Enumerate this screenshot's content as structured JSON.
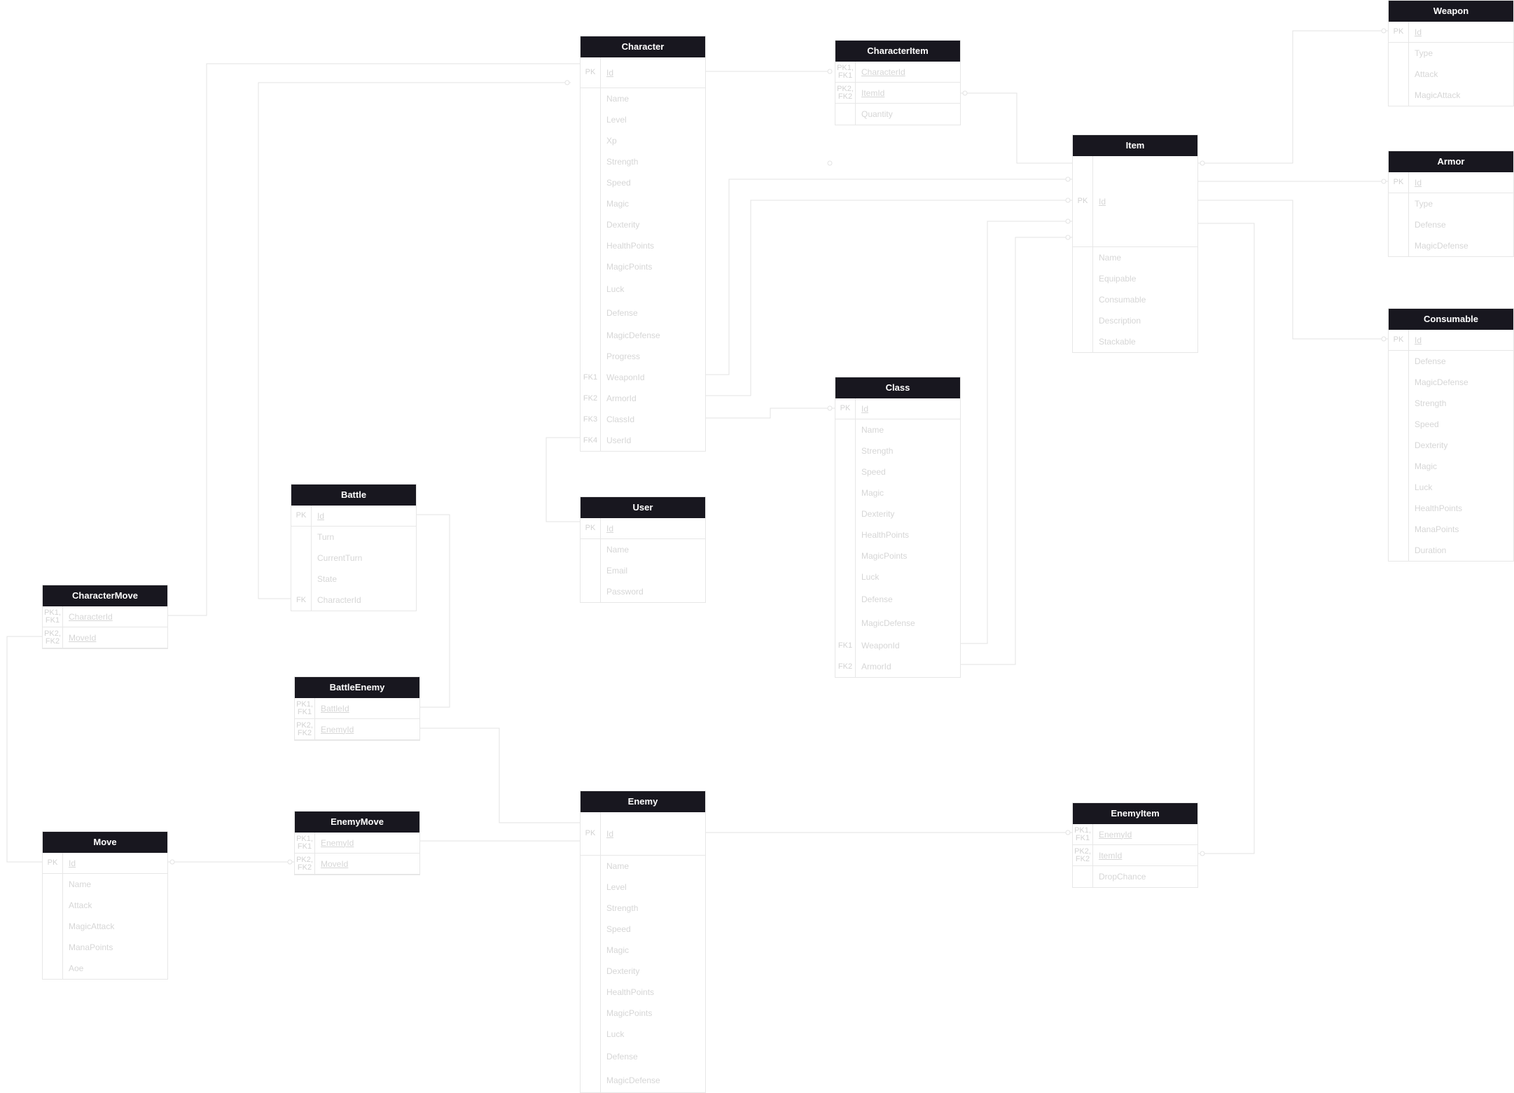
{
  "colors": {
    "header_bg": "#18171f",
    "header_text": "#ffffff",
    "border": "#e7e7e7",
    "faint_text": "#d6d6d6",
    "connector": "#e3e3e3"
  },
  "entities": {
    "character": {
      "title": "Character",
      "rows": [
        {
          "key": "PK",
          "name": "Id"
        },
        {
          "key": "",
          "name": "Name"
        },
        {
          "key": "",
          "name": "Level"
        },
        {
          "key": "",
          "name": "Xp"
        },
        {
          "key": "",
          "name": "Strength"
        },
        {
          "key": "",
          "name": "Speed"
        },
        {
          "key": "",
          "name": "Magic"
        },
        {
          "key": "",
          "name": "Dexterity"
        },
        {
          "key": "",
          "name": "HealthPoints"
        },
        {
          "key": "",
          "name": "MagicPoints"
        },
        {
          "key": "",
          "name": "Luck"
        },
        {
          "key": "",
          "name": "Defense"
        },
        {
          "key": "",
          "name": "MagicDefense"
        },
        {
          "key": "",
          "name": "Progress"
        },
        {
          "key": "FK1",
          "name": "WeaponId"
        },
        {
          "key": "FK2",
          "name": "ArmorId"
        },
        {
          "key": "FK3",
          "name": "ClassId"
        },
        {
          "key": "FK4",
          "name": "UserId"
        }
      ]
    },
    "character_item": {
      "title": "CharacterItem",
      "rows": [
        {
          "key": "PK1,\nFK1",
          "name": "CharacterId"
        },
        {
          "key": "PK2,\nFK2",
          "name": "ItemId"
        },
        {
          "key": "",
          "name": "Quantity"
        }
      ]
    },
    "item": {
      "title": "Item",
      "rows": [
        {
          "key": "PK",
          "name": "Id"
        },
        {
          "key": "",
          "name": "Name"
        },
        {
          "key": "",
          "name": "Equipable"
        },
        {
          "key": "",
          "name": "Consumable"
        },
        {
          "key": "",
          "name": "Description"
        },
        {
          "key": "",
          "name": "Stackable"
        }
      ]
    },
    "weapon": {
      "title": "Weapon",
      "rows": [
        {
          "key": "PK",
          "name": "Id"
        },
        {
          "key": "",
          "name": "Type"
        },
        {
          "key": "",
          "name": "Attack"
        },
        {
          "key": "",
          "name": "MagicAttack"
        }
      ]
    },
    "armor": {
      "title": "Armor",
      "rows": [
        {
          "key": "PK",
          "name": "Id"
        },
        {
          "key": "",
          "name": "Type"
        },
        {
          "key": "",
          "name": "Defense"
        },
        {
          "key": "",
          "name": "MagicDefense"
        }
      ]
    },
    "consumable": {
      "title": "Consumable",
      "rows": [
        {
          "key": "PK",
          "name": "Id"
        },
        {
          "key": "",
          "name": "Defense"
        },
        {
          "key": "",
          "name": "MagicDefense"
        },
        {
          "key": "",
          "name": "Strength"
        },
        {
          "key": "",
          "name": "Speed"
        },
        {
          "key": "",
          "name": "Dexterity"
        },
        {
          "key": "",
          "name": "Magic"
        },
        {
          "key": "",
          "name": "Luck"
        },
        {
          "key": "",
          "name": "HealthPoints"
        },
        {
          "key": "",
          "name": "ManaPoints"
        },
        {
          "key": "",
          "name": "Duration"
        }
      ]
    },
    "class": {
      "title": "Class",
      "rows": [
        {
          "key": "PK",
          "name": "Id"
        },
        {
          "key": "",
          "name": "Name"
        },
        {
          "key": "",
          "name": "Strength"
        },
        {
          "key": "",
          "name": "Speed"
        },
        {
          "key": "",
          "name": "Magic"
        },
        {
          "key": "",
          "name": "Dexterity"
        },
        {
          "key": "",
          "name": "HealthPoints"
        },
        {
          "key": "",
          "name": "MagicPoints"
        },
        {
          "key": "",
          "name": "Luck"
        },
        {
          "key": "",
          "name": "Defense"
        },
        {
          "key": "",
          "name": "MagicDefense"
        },
        {
          "key": "FK1",
          "name": "WeaponId"
        },
        {
          "key": "FK2",
          "name": "ArmorId"
        }
      ]
    },
    "battle": {
      "title": "Battle",
      "rows": [
        {
          "key": "PK",
          "name": "Id"
        },
        {
          "key": "",
          "name": "Turn"
        },
        {
          "key": "",
          "name": "CurrentTurn"
        },
        {
          "key": "",
          "name": "State"
        },
        {
          "key": "FK",
          "name": "CharacterId"
        }
      ]
    },
    "user": {
      "title": "User",
      "rows": [
        {
          "key": "PK",
          "name": "Id"
        },
        {
          "key": "",
          "name": "Name"
        },
        {
          "key": "",
          "name": "Email"
        },
        {
          "key": "",
          "name": "Password"
        }
      ]
    },
    "character_move": {
      "title": "CharacterMove",
      "rows": [
        {
          "key": "PK1,\nFK1",
          "name": "CharacterId"
        },
        {
          "key": "PK2,\nFK2",
          "name": "MoveId"
        }
      ]
    },
    "battle_enemy": {
      "title": "BattleEnemy",
      "rows": [
        {
          "key": "PK1,\nFK1",
          "name": "BattleId"
        },
        {
          "key": "PK2,\nFK2",
          "name": "EnemyId"
        }
      ]
    },
    "enemy_move": {
      "title": "EnemyMove",
      "rows": [
        {
          "key": "PK1,\nFK1",
          "name": "EnemyId"
        },
        {
          "key": "PK2,\nFK2",
          "name": "MoveId"
        }
      ]
    },
    "move": {
      "title": "Move",
      "rows": [
        {
          "key": "PK",
          "name": "Id"
        },
        {
          "key": "",
          "name": "Name"
        },
        {
          "key": "",
          "name": "Attack"
        },
        {
          "key": "",
          "name": "MagicAttack"
        },
        {
          "key": "",
          "name": "ManaPoints"
        },
        {
          "key": "",
          "name": "Aoe"
        }
      ]
    },
    "enemy": {
      "title": "Enemy",
      "rows": [
        {
          "key": "PK",
          "name": "Id"
        },
        {
          "key": "",
          "name": "Name"
        },
        {
          "key": "",
          "name": "Level"
        },
        {
          "key": "",
          "name": "Strength"
        },
        {
          "key": "",
          "name": "Speed"
        },
        {
          "key": "",
          "name": "Magic"
        },
        {
          "key": "",
          "name": "Dexterity"
        },
        {
          "key": "",
          "name": "HealthPoints"
        },
        {
          "key": "",
          "name": "MagicPoints"
        },
        {
          "key": "",
          "name": "Luck"
        },
        {
          "key": "",
          "name": "Defense"
        },
        {
          "key": "",
          "name": "MagicDefense"
        }
      ]
    },
    "enemy_item": {
      "title": "EnemyItem",
      "rows": [
        {
          "key": "PK1,\nFK1",
          "name": "EnemyId"
        },
        {
          "key": "PK2,\nFK2",
          "name": "ItemId"
        },
        {
          "key": "",
          "name": "DropChance"
        }
      ]
    }
  }
}
